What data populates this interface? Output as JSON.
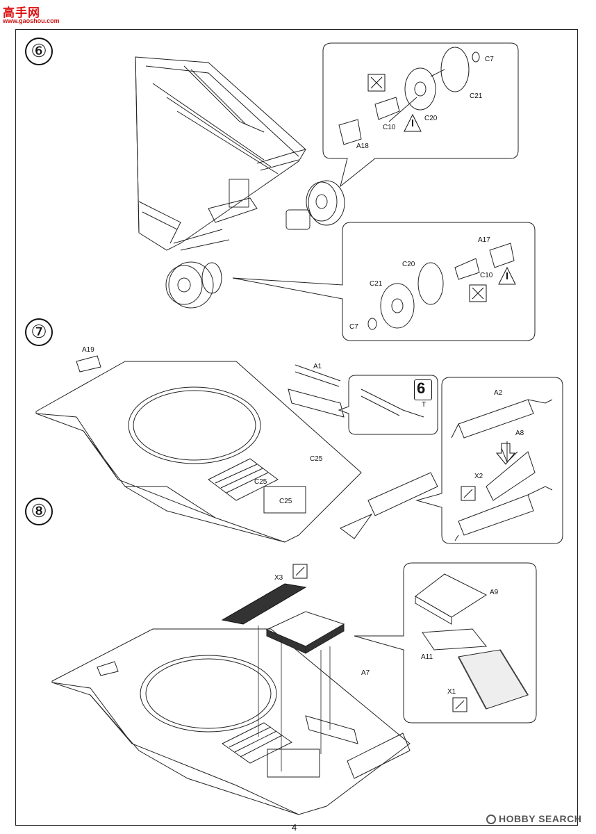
{
  "watermark": {
    "name": "高手网",
    "url": "www.gaoshou.com"
  },
  "steps": [
    "⑥",
    "⑦",
    "⑧"
  ],
  "step6": {
    "top_callout": [
      "C7",
      "C21",
      "C20",
      "C10",
      "A18"
    ],
    "bottom_callout": [
      "A17",
      "C20",
      "C21",
      "C10",
      "C7"
    ]
  },
  "step7": {
    "labels": [
      "A19",
      "A1",
      "C25",
      "C25",
      "C25"
    ],
    "badge_number": "6",
    "badge_letter": "T",
    "callout": [
      "A2",
      "A8",
      "X2"
    ]
  },
  "step8": {
    "labels": [
      "X3",
      "A7"
    ],
    "callout": [
      "A9",
      "A11",
      "X1"
    ]
  },
  "footer": {
    "page": "4",
    "brand": "HOBBY SEARCH"
  },
  "icons": [
    "no-glue-icon",
    "warning-icon",
    "decal-brush-icon",
    "down-arrow-icon"
  ]
}
